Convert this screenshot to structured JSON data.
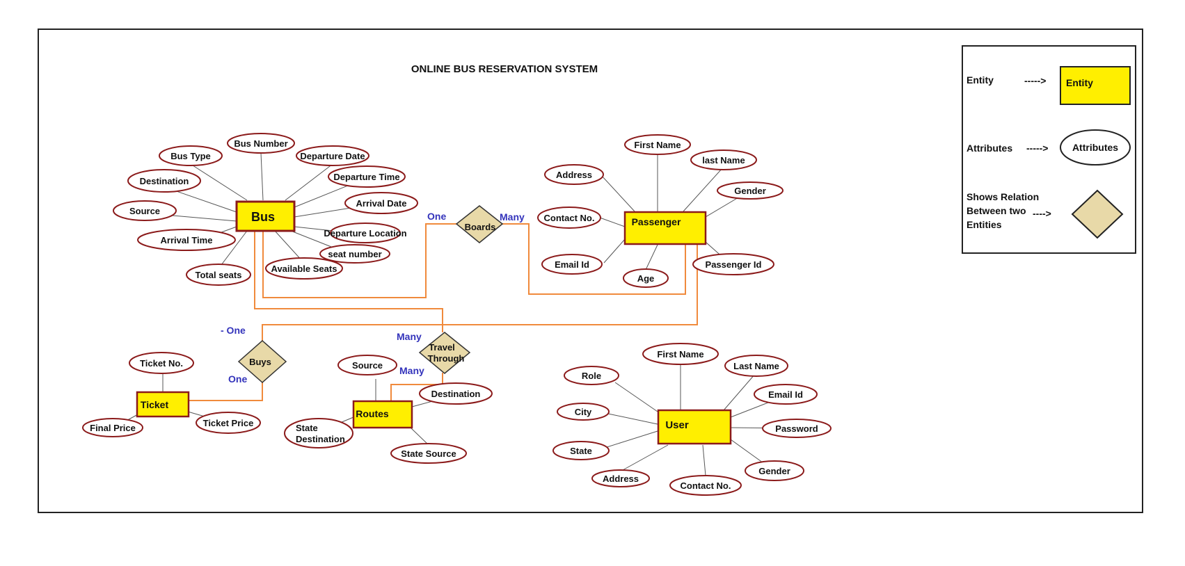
{
  "title": "ONLINE BUS RESERVATION SYSTEM",
  "colors": {
    "entity_fill": "#ffef00",
    "entity_stroke": "#8b1a1a",
    "attribute_stroke": "#8b1a1a",
    "relation_fill": "#e8d9a8",
    "relation_stroke": "#333333",
    "link_line": "#f08a3c",
    "attr_line": "#555555",
    "cardinality": "#3333bb"
  },
  "entities": {
    "bus": "Bus",
    "passenger": "Passenger",
    "ticket": "Ticket",
    "routes": "Routes",
    "user": "User"
  },
  "relationships": {
    "boards": "Boards",
    "buys": "Buys",
    "travel_through": [
      "Travel",
      "Through"
    ]
  },
  "attributes": {
    "bus": [
      "Bus Number",
      "Bus Type",
      "Departure Date",
      "Destination",
      "Departure Time",
      "Arrival Date",
      "Source",
      "Arrival Time",
      "Departure Location",
      "seat number",
      "Available Seats",
      "Total seats"
    ],
    "passenger": [
      "First Name",
      "last Name",
      "Address",
      "Gender",
      "Contact No.",
      "Email Id",
      "Age",
      "Passenger Id"
    ],
    "ticket": [
      "Ticket No.",
      "Final Price",
      "Ticket Price"
    ],
    "routes": [
      "Source",
      "Destination",
      "State Destination",
      "State Source"
    ],
    "user": [
      "First Name",
      "Last Name",
      "Role",
      "Email Id",
      "City",
      "Password",
      "State",
      "Gender",
      "Address",
      "Contact No."
    ]
  },
  "cardinalities": {
    "boards_left": "One",
    "boards_right": "Many",
    "buys_top": "- One",
    "buys_bottom": "One",
    "travel_top": "Many",
    "travel_bottom": "Many"
  },
  "legend": {
    "entity_label": "Entity",
    "entity_arrow": "----->",
    "entity_box": "Entity",
    "attr_label": "Attributes",
    "attr_arrow": "----->",
    "attr_ellipse": "Attributes",
    "rel_label": [
      "Shows Relation",
      "Between two",
      "Entities"
    ],
    "rel_arrow": "---->"
  }
}
